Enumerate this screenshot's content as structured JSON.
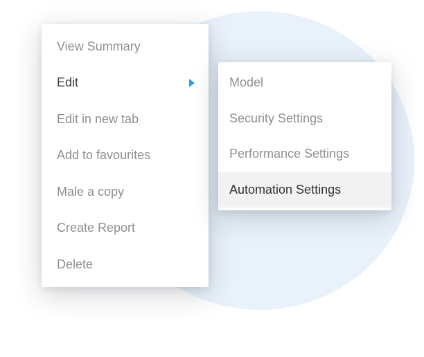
{
  "background": {
    "circle_color": "#e9f2fb"
  },
  "colors": {
    "accent": "#2f9cf4",
    "text_default": "#8f8f8f",
    "text_active": "#3e3e3e",
    "highlight_bg": "#f2f2f2"
  },
  "menu": {
    "items": [
      {
        "label": "View Summary",
        "has_submenu": false,
        "active": false
      },
      {
        "label": "Edit",
        "has_submenu": true,
        "active": true
      },
      {
        "label": "Edit in new tab",
        "has_submenu": false,
        "active": false
      },
      {
        "label": "Add to favourites",
        "has_submenu": false,
        "active": false
      },
      {
        "label": "Male a copy",
        "has_submenu": false,
        "active": false
      },
      {
        "label": "Create Report",
        "has_submenu": false,
        "active": false
      },
      {
        "label": "Delete",
        "has_submenu": false,
        "active": false
      }
    ]
  },
  "submenu": {
    "items": [
      {
        "label": "Model",
        "highlighted": false
      },
      {
        "label": "Security Settings",
        "highlighted": false
      },
      {
        "label": "Performance Settings",
        "highlighted": false
      },
      {
        "label": "Automation Settings",
        "highlighted": true
      }
    ]
  }
}
